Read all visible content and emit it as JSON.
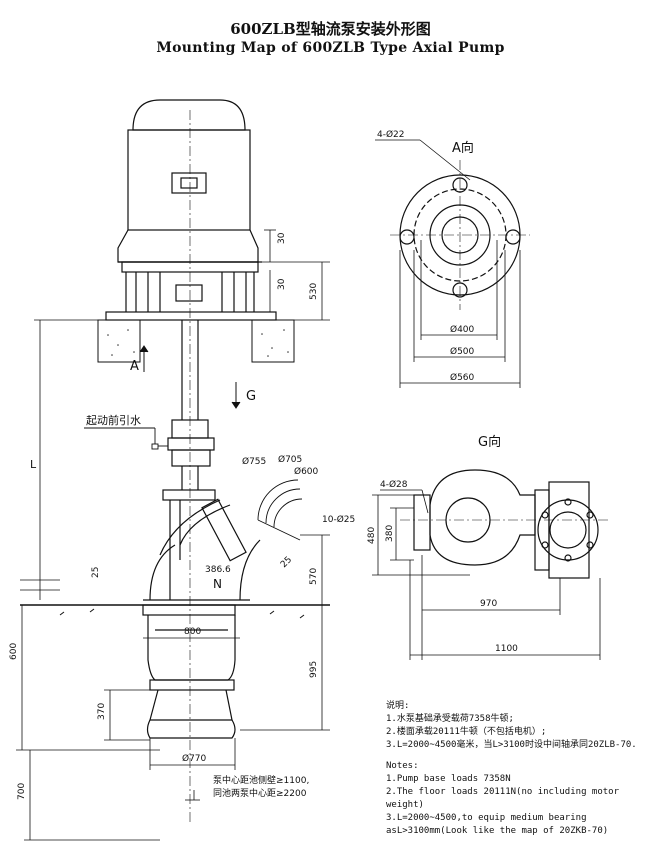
{
  "title": {
    "cn": "600ZLB型轴流泵安装外形图",
    "en": "Mounting Map of 600ZLB Type Axial Pump"
  },
  "views": {
    "a_view": "A向",
    "g_view": "G向",
    "a_arrow": "A",
    "g_arrow": "G",
    "n_label": "N"
  },
  "labels": {
    "priming": "起动前引水",
    "bolt_holes_a": "4-Ø22",
    "bolt_holes_g": "4-Ø28",
    "flange_holes": "10-Ø25",
    "length": "L",
    "clearance_1": "泵中心距池侧壁≥1100,",
    "clearance_2": "同池两泵中心距≥2200"
  },
  "dimensions": {
    "d30_top": "30",
    "d30_bot": "30",
    "d530": "530",
    "d400": "Ø400",
    "d500": "Ø500",
    "d560": "Ø560",
    "d755": "Ø755",
    "d705": "Ø705",
    "d600c": "Ø600",
    "d25": "25",
    "d386": "386.6",
    "d25b": "25",
    "d570": "570",
    "d800": "800",
    "d600": "600",
    "d995": "995",
    "d370": "370",
    "d770": "Ø770",
    "d700": "700",
    "d480": "480",
    "d380": "380",
    "d970": "970",
    "d1100": "1100"
  },
  "notes": {
    "cn_heading": "说明:",
    "cn_1": "1.水泵基础承受载荷7358牛顿;",
    "cn_2": "2.楼面承载20111牛顿（不包括电机）;",
    "cn_3": "3.L=2000~4500毫米，当L>3100时设中间轴承同20ZLB-70.",
    "en_heading": "Notes:",
    "en_1": "1.Pump base loads 7358N",
    "en_2a": "2.The floor loads 20111N(no including motor",
    "en_2b": "weight)",
    "en_3a": "3.L=2000~4500,to equip medium bearing",
    "en_3b": "asL>3100mm(Look like the map of 20ZKB-70)"
  }
}
